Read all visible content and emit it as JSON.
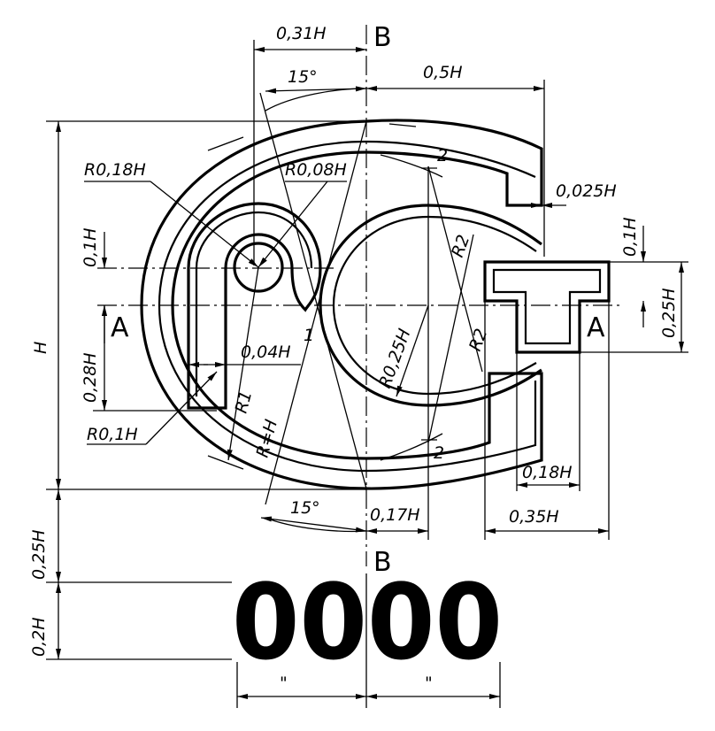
{
  "labels": {
    "w031": "0,31H",
    "w05": "0,5H",
    "ang_top": "15°",
    "ang_bot": "15°",
    "b_top": "B",
    "b_bot": "B",
    "a_left": "A",
    "a_right": "A",
    "r018": "R0,18H",
    "r008": "R0,08H",
    "r01": "R0,1H",
    "r025": "R0,25H",
    "w0025": "0,025H",
    "h01_left": "0,1H",
    "h01_right": "0,1H",
    "h025_right": "0,25H",
    "h028": "0,28H",
    "h_total": "H",
    "h025_left": "0,25H",
    "h02": "0,2H",
    "w004": "0,04H",
    "r1": "R1",
    "r_eq_h": "R=H",
    "r2_top": "R2",
    "r2_bot": "R2",
    "w017": "0,17H",
    "w018": "0,18H",
    "w035": "0,35H",
    "pt1": "1",
    "pt2_top": "2",
    "pt2_bot": "2",
    "ditto_left": "\"",
    "ditto_right": "\"",
    "digits": "0000"
  }
}
